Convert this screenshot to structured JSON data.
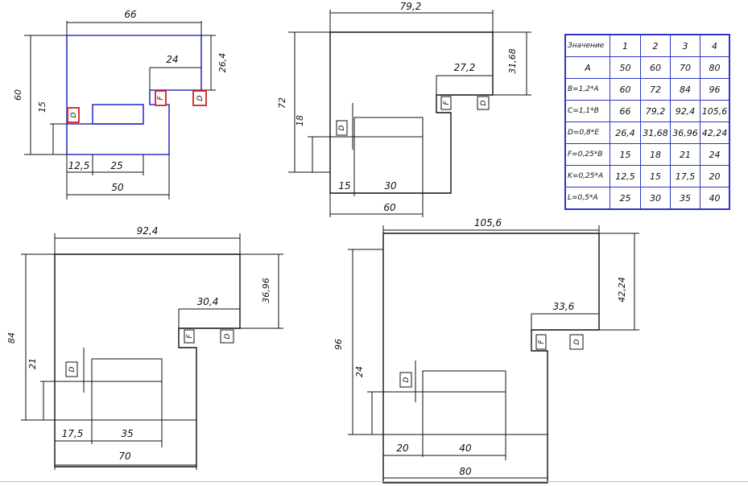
{
  "drawings": [
    {
      "dims": {
        "top": "66",
        "notch": "24",
        "right": "26,4",
        "left": "60",
        "inner": "15",
        "seg1": "12,5",
        "seg2": "25",
        "bottom": "50"
      },
      "labels": {
        "a": "D",
        "b": "F",
        "c": "D"
      }
    },
    {
      "dims": {
        "top": "79,2",
        "notch": "27,2",
        "right": "31,68",
        "left": "72",
        "inner": "18",
        "seg1": "15",
        "seg2": "30",
        "bottom": "60"
      },
      "labels": {
        "a": "D",
        "b": "F",
        "c": "D"
      }
    },
    {
      "dims": {
        "top": "92,4",
        "notch": "30,4",
        "right": "36,96",
        "left": "84",
        "inner": "21",
        "seg1": "17,5",
        "seg2": "35",
        "bottom": "70"
      },
      "labels": {
        "a": "D",
        "b": "F",
        "c": "D"
      }
    },
    {
      "dims": {
        "top": "105,6",
        "notch": "33,6",
        "right": "42,24",
        "left": "96",
        "inner": "24",
        "seg1": "20",
        "seg2": "40",
        "bottom": "80"
      },
      "labels": {
        "a": "D",
        "b": "F",
        "c": "D"
      }
    }
  ],
  "table": {
    "header": [
      "Значение",
      "1",
      "2",
      "3",
      "4"
    ],
    "rows": [
      [
        "A",
        "50",
        "60",
        "70",
        "80"
      ],
      [
        "B=1,2*A",
        "60",
        "72",
        "84",
        "96"
      ],
      [
        "C=1,1*B",
        "66",
        "79,2",
        "92,4",
        "105,6"
      ],
      [
        "D=0,8*E",
        "26,4",
        "31,68",
        "36,96",
        "42,24"
      ],
      [
        "F=0,25*B",
        "15",
        "18",
        "21",
        "24"
      ],
      [
        "K=0,25*A",
        "12,5",
        "15",
        "17,5",
        "20"
      ],
      [
        "L=0,5*A",
        "25",
        "30",
        "35",
        "40"
      ]
    ]
  },
  "colors": {
    "outline_highlight": "#2d35c8",
    "label_highlight": "#d42020",
    "ink": "#111111"
  }
}
